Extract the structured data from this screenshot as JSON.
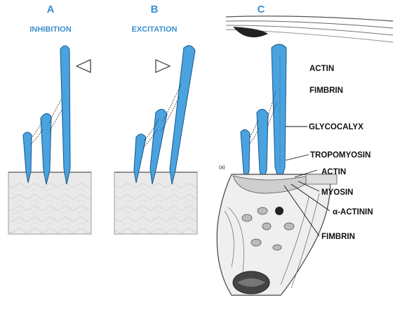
{
  "panels": [
    {
      "letter": "A",
      "title": "INHIBITION"
    },
    {
      "letter": "B",
      "title": "EXCITATION"
    },
    {
      "letter": "C",
      "title": ""
    }
  ],
  "labels": {
    "actin_top": "ACTIN",
    "fimbrin_top": "FIMBRIN",
    "glycocalyx": "GLYCOCALYX",
    "tropomyosin": "TROPOMYOSIN",
    "actin_bottom": "ACTIN",
    "myosin": "MYOSIN",
    "alpha_actinin": "α-ACTININ",
    "fimbrin_bottom": "FIMBRIN"
  },
  "colors": {
    "stereocilia": "#4aa3df",
    "panel_label": "#3b8fd0"
  },
  "icons": {
    "inhibition_arrow": "left-triangle",
    "excitation_arrow": "right-triangle"
  }
}
